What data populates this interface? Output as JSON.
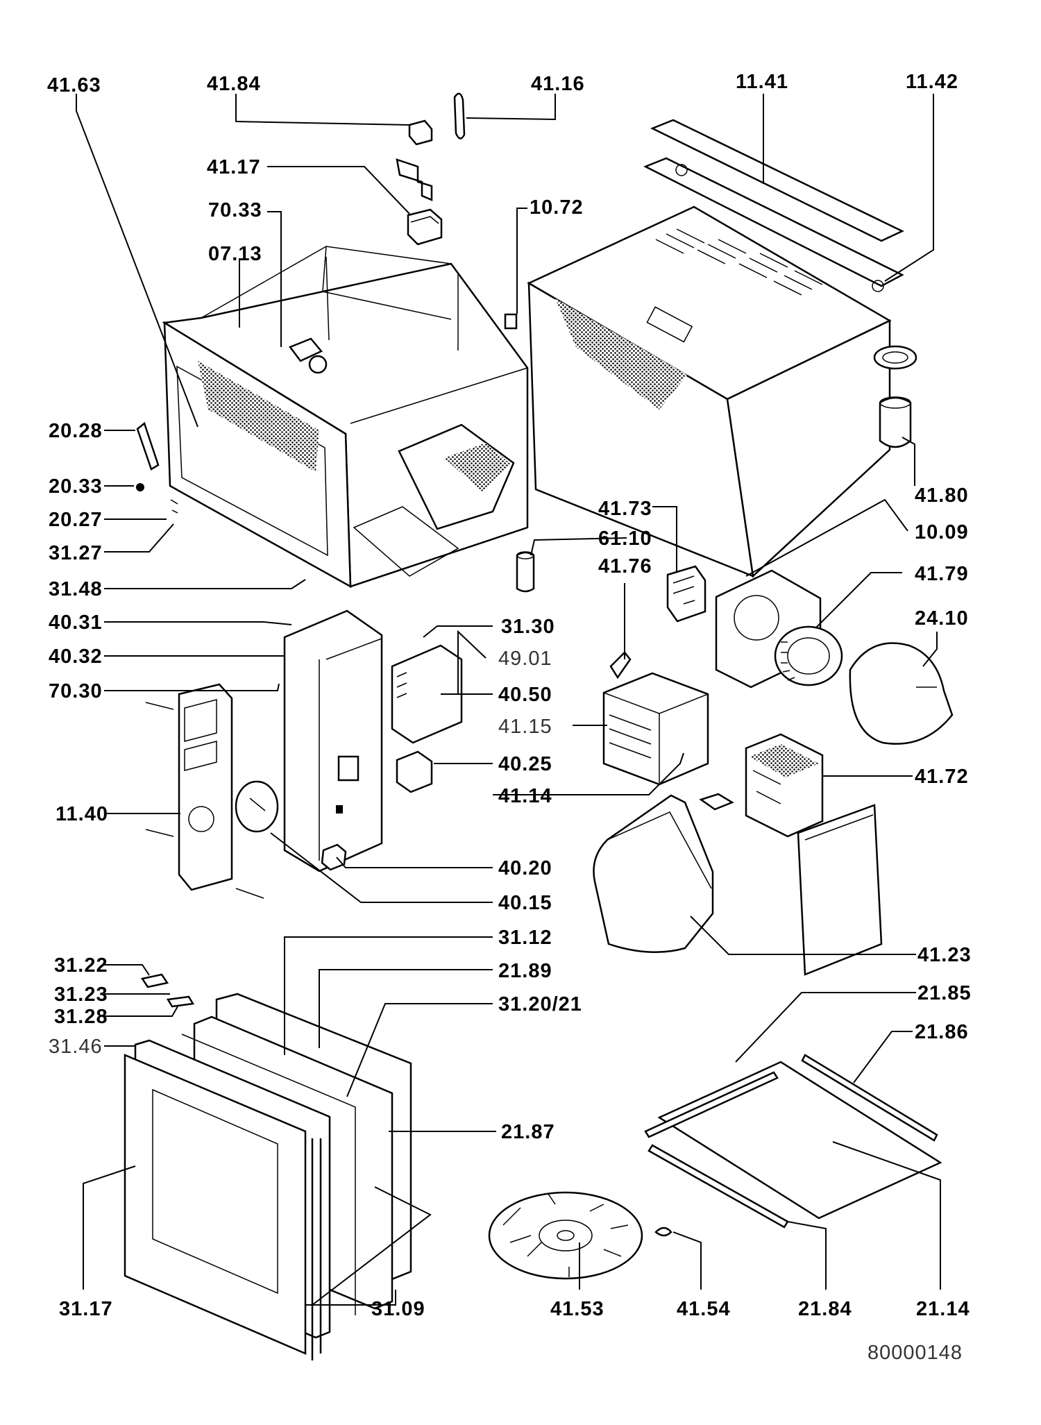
{
  "labels": {
    "l4163": "41.63",
    "l4184": "41.84",
    "l4116": "41.16",
    "l1141": "11.41",
    "l1142": "11.42",
    "l4117": "41.17",
    "l7033": "70.33",
    "l1072": "10.72",
    "l0713": "07.13",
    "l2028": "20.28",
    "l2033": "20.33",
    "l2027": "20.27",
    "l3127": "31.27",
    "l4180": "41.80",
    "l1009": "10.09",
    "l4173": "41.73",
    "l6110": "61.10",
    "l4179": "41.79",
    "l4176": "41.76",
    "l2410": "24.10",
    "l3148": "31.48",
    "l4031": "40.31",
    "l3130": "31.30",
    "l4032": "40.32",
    "l4901": "49.01",
    "l7030": "70.30",
    "l4050": "40.50",
    "l4115": "41.15",
    "l4025": "40.25",
    "l4114": "41.14",
    "l4172": "41.72",
    "l1140": "11.40",
    "l4020": "40.20",
    "l4015": "40.15",
    "l3112": "31.12",
    "l4123": "41.23",
    "l3122": "31.22",
    "l2189": "21.89",
    "l3123": "31.23",
    "l3120": "31.20/21",
    "l2185": "21.85",
    "l3128": "31.28",
    "l3146": "31.46",
    "l2186": "21.86",
    "l2187": "21.87",
    "l3117": "31.17",
    "l3109": "31.09",
    "l4153": "41.53",
    "l4154": "41.54",
    "l2184": "21.84",
    "l2114": "21.14",
    "doc_number": "80000148"
  }
}
